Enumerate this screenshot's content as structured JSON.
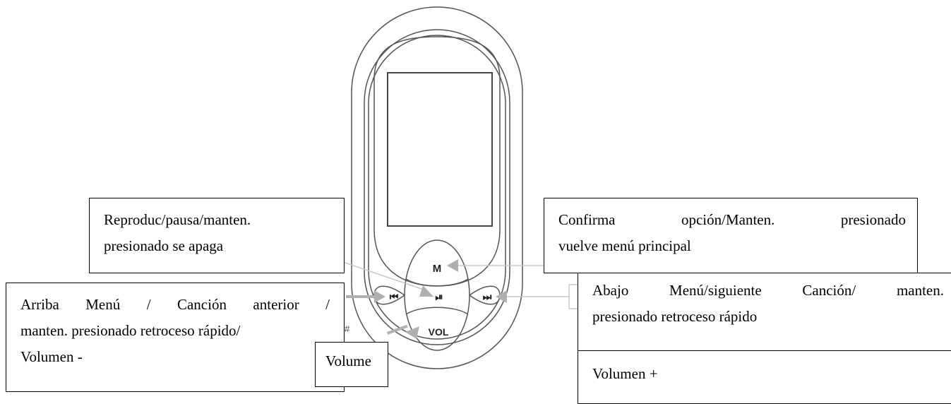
{
  "device": {
    "button_m_label": "M",
    "button_vol_label": "VOL",
    "button_prev_glyph": "⏮",
    "button_play_glyph": "⏯",
    "button_next_glyph": "⏭",
    "stray_mark": "#"
  },
  "callouts": {
    "play": {
      "lines": [
        "Reproduc/pausa/manten.",
        "presionado se apaga"
      ]
    },
    "prev": {
      "lines": [
        "Arriba Menú / Canción anterior /",
        "manten. presionado retroceso rápido/",
        "Volumen -"
      ]
    },
    "volume": {
      "label": "Volume"
    },
    "m": {
      "lines": [
        "Confirma opción/Manten. presionado",
        "vuelve menú principal"
      ]
    },
    "next": {
      "lines": [
        "Abajo Menú/siguiente Canción/ manten.",
        "presionado retroceso rápido"
      ]
    },
    "vol_plus": {
      "label": "Volumen +"
    }
  },
  "colors": {
    "outline": "#555555",
    "arrow": "#b0b0b0",
    "leader": "#c8c8c8",
    "border": "#000000"
  }
}
